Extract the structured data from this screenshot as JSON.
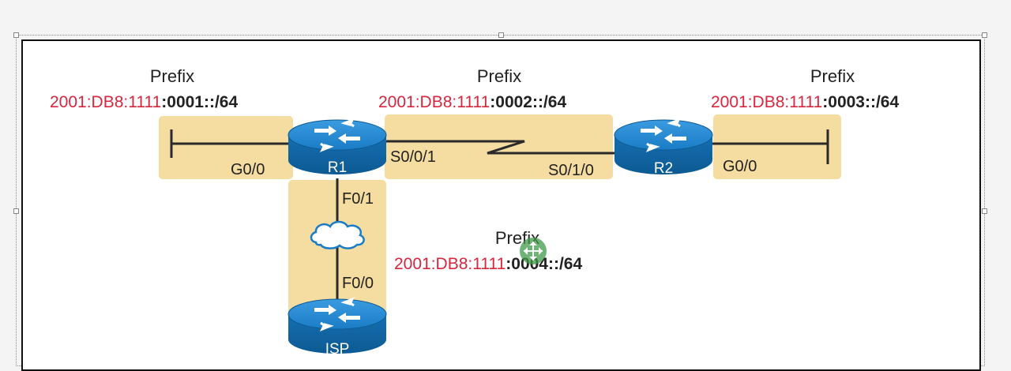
{
  "colors": {
    "prefix_red": "#d7263d",
    "highlight": "#f5dca0",
    "router_blue": "#1273b8",
    "line": "#2a2a2a"
  },
  "prefix_heading": "Prefix",
  "subnets": [
    {
      "id": "lan1",
      "network": "2001:DB8:1111",
      "subnet": ":0001::/64"
    },
    {
      "id": "wan",
      "network": "2001:DB8:1111",
      "subnet": ":0002::/64"
    },
    {
      "id": "lan3",
      "network": "2001:DB8:1111",
      "subnet": ":0003::/64"
    },
    {
      "id": "isp",
      "network": "2001:DB8:1111",
      "subnet": ":0004::/64"
    }
  ],
  "routers": {
    "r1": "R1",
    "r2": "R2",
    "isp": "ISP"
  },
  "interfaces": {
    "r1_g00": "G0/0",
    "r1_s001": "S0/0/1",
    "r2_s010": "S0/1/0",
    "r2_g00": "G0/0",
    "r1_f01": "F0/1",
    "isp_f00": "F0/0"
  },
  "icons": [
    "router-icon",
    "cloud-icon",
    "move-cursor-icon"
  ]
}
